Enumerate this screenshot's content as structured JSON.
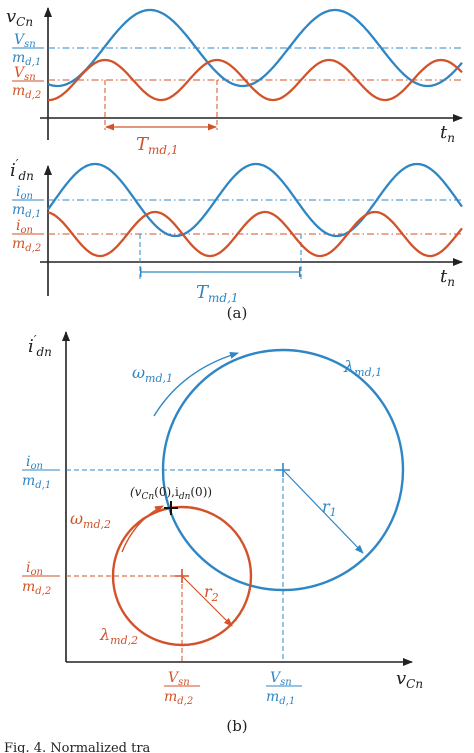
{
  "colors": {
    "blue": "#2f86c4",
    "red": "#d2532a",
    "axis": "#222222",
    "bg": "#ffffff"
  },
  "panel_a": {
    "label": "(a)",
    "top": {
      "y_axis": "v",
      "y_axis_sub": "Cn",
      "x_axis": "t",
      "x_axis_sub": "n",
      "level_blue_num": "V",
      "level_blue_num_sub": "sn",
      "level_blue_den": "m",
      "level_blue_den_sub": "d,1",
      "level_red_num": "V",
      "level_red_num_sub": "sn",
      "level_red_den": "m",
      "level_red_den_sub": "d,2",
      "period": "T",
      "period_sub": "md,1"
    },
    "bottom": {
      "y_axis": "i",
      "y_axis_sub": "dn",
      "y_axis_prime": "′",
      "x_axis": "t",
      "x_axis_sub": "n",
      "level_blue_num": "i",
      "level_blue_num_sub": "on",
      "level_blue_den": "m",
      "level_blue_den_sub": "d,1",
      "level_red_num": "i",
      "level_red_num_sub": "on",
      "level_red_den": "m",
      "level_red_den_sub": "d,2",
      "period": "T",
      "period_sub": "md,1"
    }
  },
  "panel_b": {
    "label": "(b)",
    "y_axis": "i",
    "y_axis_sub": "dn",
    "y_axis_prime": "′",
    "x_axis": "v",
    "x_axis_sub": "Cn",
    "circle_blue": {
      "label": "λ",
      "label_sub": "md,1",
      "omega": "ω",
      "omega_sub": "md,1",
      "radius": "r",
      "radius_sub": "1"
    },
    "circle_red": {
      "label": "λ",
      "label_sub": "md,2",
      "omega": "ω",
      "omega_sub": "md,2",
      "radius": "r",
      "radius_sub": "2"
    },
    "tick_x_blue_num": "V",
    "tick_x_blue_num_sub": "sn",
    "tick_x_blue_den": "m",
    "tick_x_blue_den_sub": "d,1",
    "tick_x_red_num": "V",
    "tick_x_red_num_sub": "sn",
    "tick_x_red_den": "m",
    "tick_x_red_den_sub": "d,2",
    "tick_y_blue_num": "i",
    "tick_y_blue_num_sub": "on",
    "tick_y_blue_den": "m",
    "tick_y_blue_den_sub": "d,1",
    "tick_y_red_num": "i",
    "tick_y_red_num_sub": "on",
    "tick_y_red_den": "m",
    "tick_y_red_den_sub": "d,2",
    "init_point": "(v",
    "init_point_sub1": "Cn",
    "init_point_mid": "(0),i",
    "init_point_sub2": "dn",
    "init_point_end": "(0))"
  },
  "caption_fragment": "Fig. 4. Normalized tra"
}
